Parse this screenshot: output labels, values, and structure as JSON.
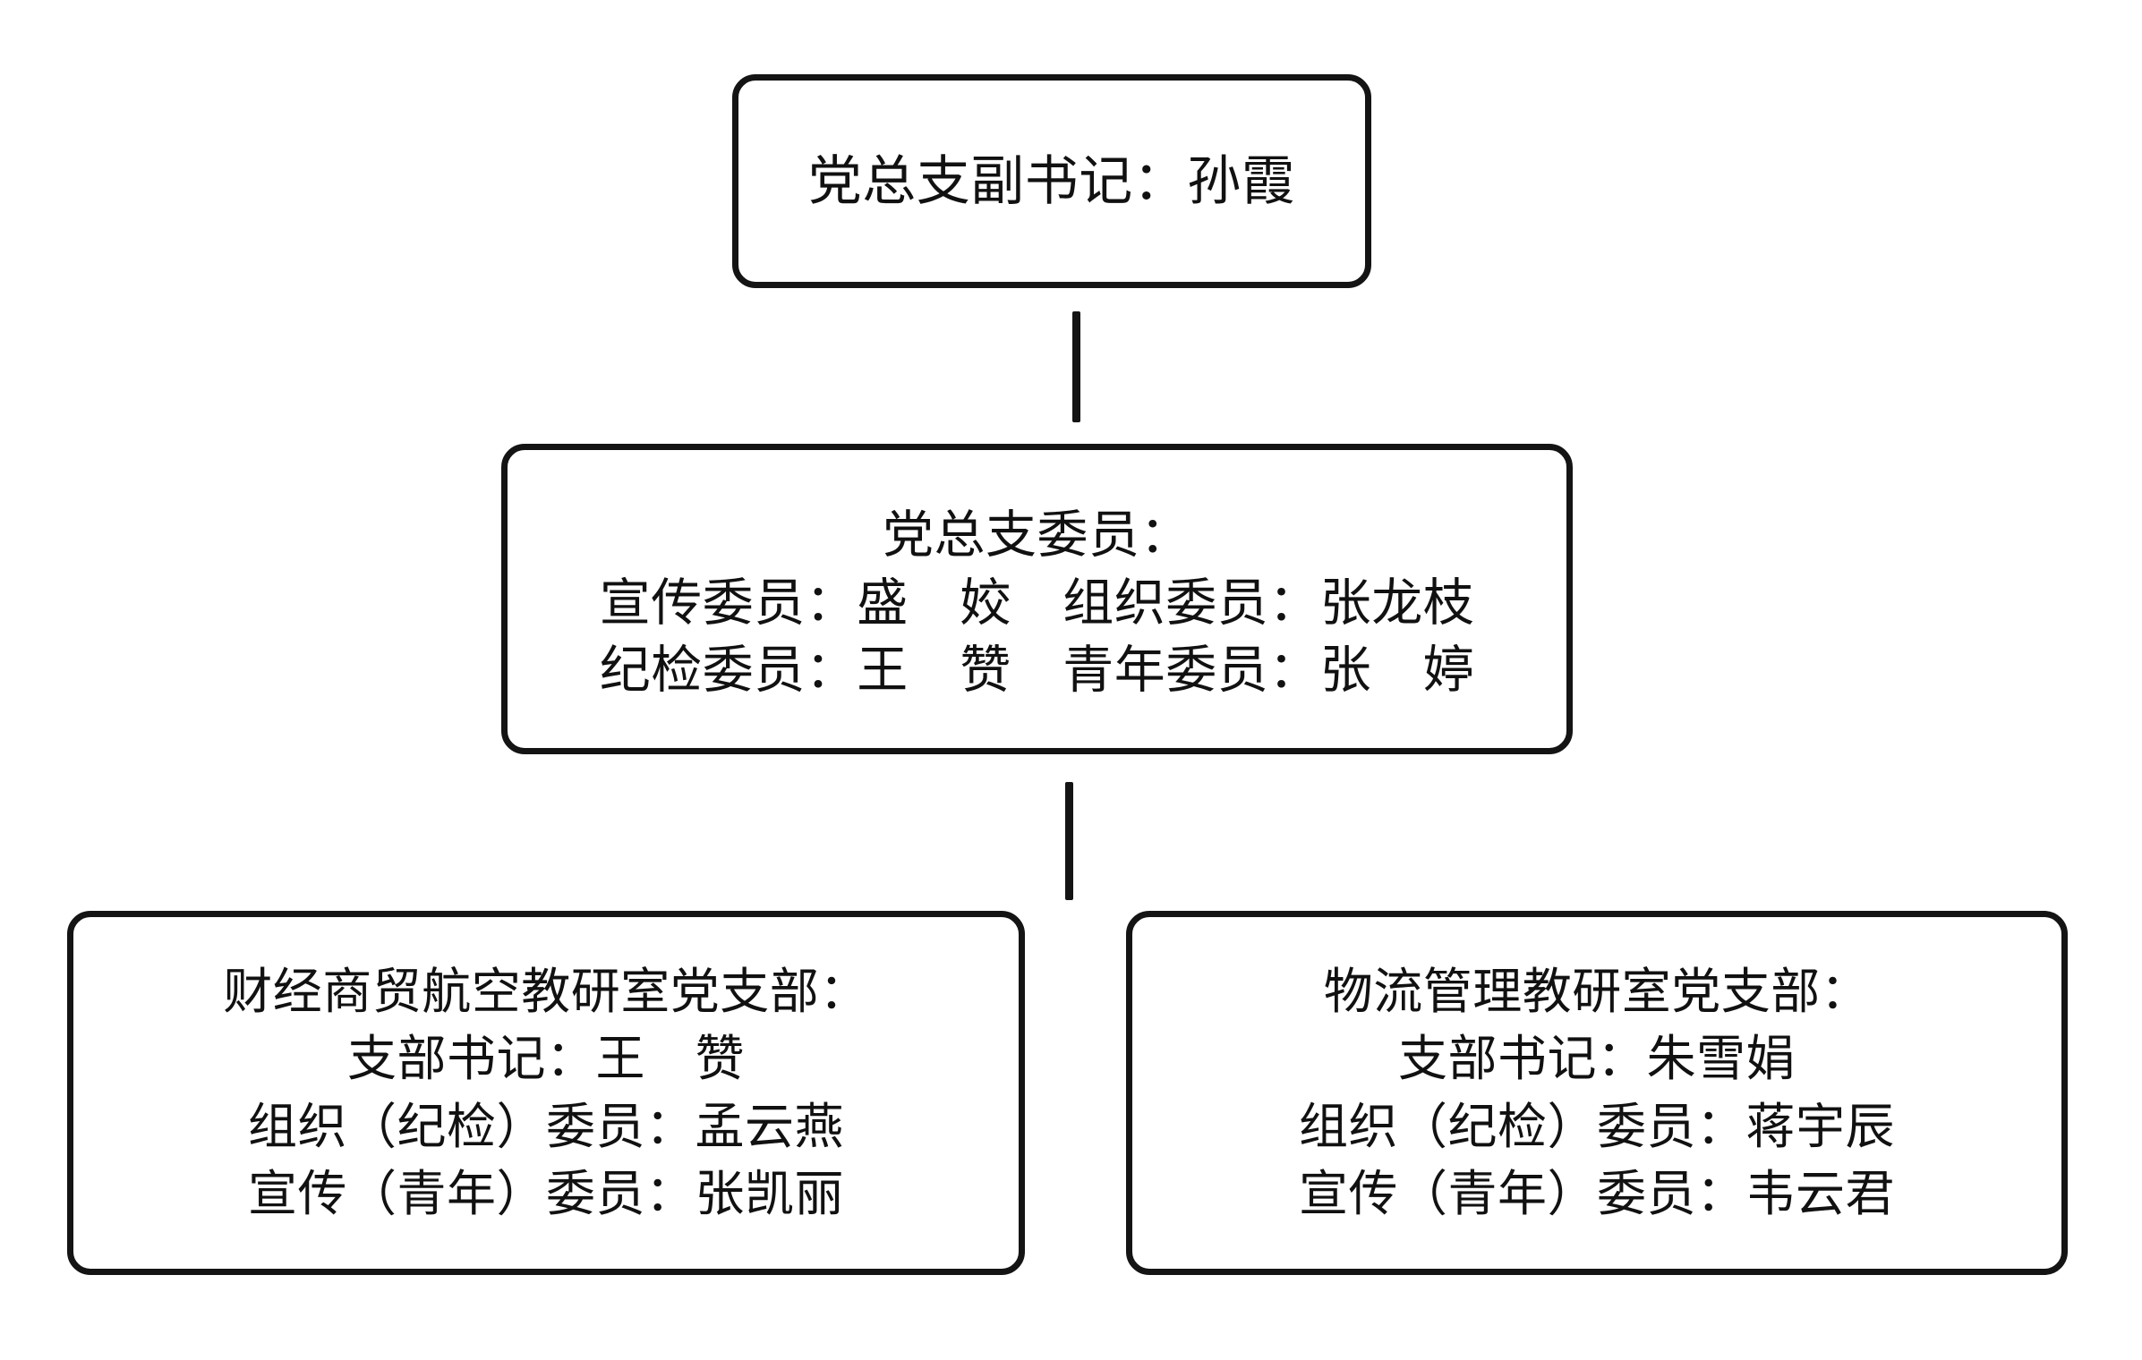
{
  "diagram": {
    "type": "org-chart",
    "background_color": "#ffffff",
    "line_color": "#141414",
    "text_color": "#111111",
    "levels": 3
  },
  "nodes": {
    "director": {
      "id": "party-branch-deputy-secretary",
      "lines": [
        "党总支副书记：孙霞"
      ]
    },
    "committee": {
      "id": "party-branch-committee-members",
      "lines": [
        "党总支委员：",
        "宣传委员：盛　姣　组织委员：张龙枝",
        "纪检委员：王　赞　青年委员：张　婷"
      ]
    },
    "branch_left": {
      "id": "finance-trade-aviation-teaching-branch",
      "lines": [
        "财经商贸航空教研室党支部：",
        "支部书记：王　赞",
        "组织（纪检）委员：孟云燕",
        "宣传（青年）委员：张凯丽"
      ]
    },
    "branch_right": {
      "id": "logistics-management-teaching-branch",
      "lines": [
        "物流管理教研室党支部：",
        "支部书记：朱雪娟",
        "组织（纪检）委员：蒋宇辰",
        "宣传（青年）委员：韦云君"
      ]
    }
  },
  "connectors": [
    {
      "from": "director",
      "to": "committee",
      "style": "vertical-line"
    },
    {
      "from": "committee",
      "to": "branches",
      "style": "vertical-line"
    }
  ]
}
